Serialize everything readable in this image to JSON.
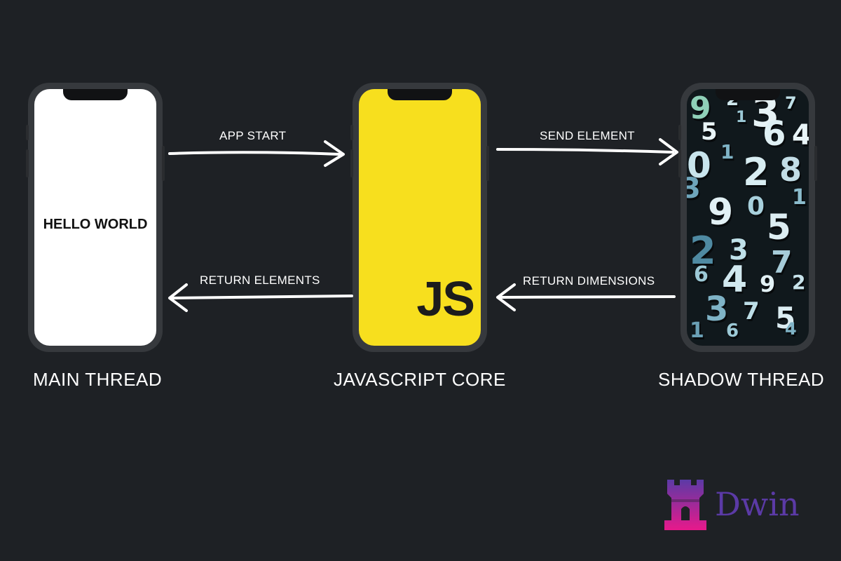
{
  "threads": {
    "main": {
      "caption": "MAIN THREAD",
      "screen_text": "HELLO WORLD"
    },
    "js": {
      "caption": "JAVASCRIPT CORE",
      "logo_text": "JS"
    },
    "shadow": {
      "caption": "SHADOW THREAD"
    }
  },
  "arrows": {
    "app_start": "APP START",
    "send_element": "SEND ELEMENT",
    "return_elements": "RETURN ELEMENTS",
    "return_dimensions": "RETURN DIMENSIONS"
  },
  "brand": {
    "name": "Dwin",
    "color": "#5b3aa6",
    "accent": "#e8198b",
    "icon": "castle-tower-icon"
  },
  "colors": {
    "background": "#1e2125",
    "js_yellow": "#f7df1e",
    "phone_frame": "#36393d"
  }
}
